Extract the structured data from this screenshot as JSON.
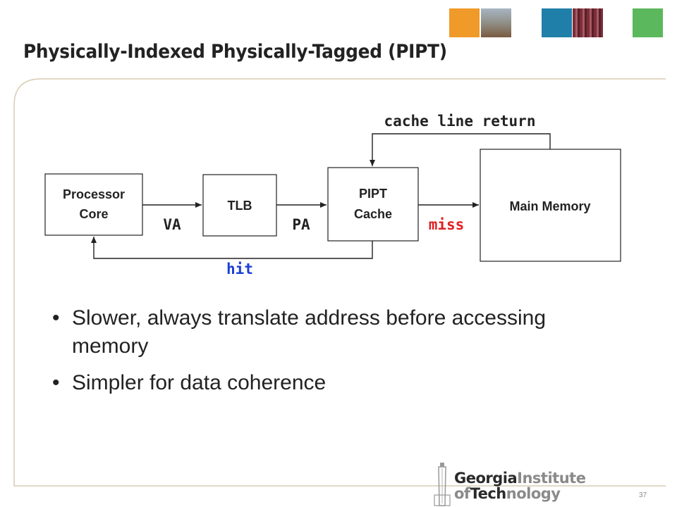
{
  "slide": {
    "title": "Physically-Indexed Physically-Tagged (PIPT)",
    "page_number": "37"
  },
  "diagram": {
    "boxes": {
      "processor_line1": "Processor",
      "processor_line2": "Core",
      "tlb": "TLB",
      "cache_line1": "PIPT",
      "cache_line2": "Cache",
      "memory": "Main Memory"
    },
    "labels": {
      "va": "VA",
      "pa": "PA",
      "miss": "miss",
      "hit": "hit",
      "cache_line_return": "cache line return"
    },
    "colors": {
      "miss": "#e02020",
      "hit": "#1a3fd6"
    }
  },
  "bullets": [
    "Slower, always translate address before accessing memory",
    "Simpler for data coherence"
  ],
  "logo": {
    "line1_bold": "Georgia",
    "line1_light": "Institute",
    "line2_bold_prefix": "of",
    "line2_bold": "Tech",
    "line2_light": "nology"
  },
  "theme": {
    "frame": "#d8ccb4",
    "accent_orange": "#f0a030",
    "accent_teal": "#1f7fa8",
    "accent_green": "#5cb85c"
  }
}
